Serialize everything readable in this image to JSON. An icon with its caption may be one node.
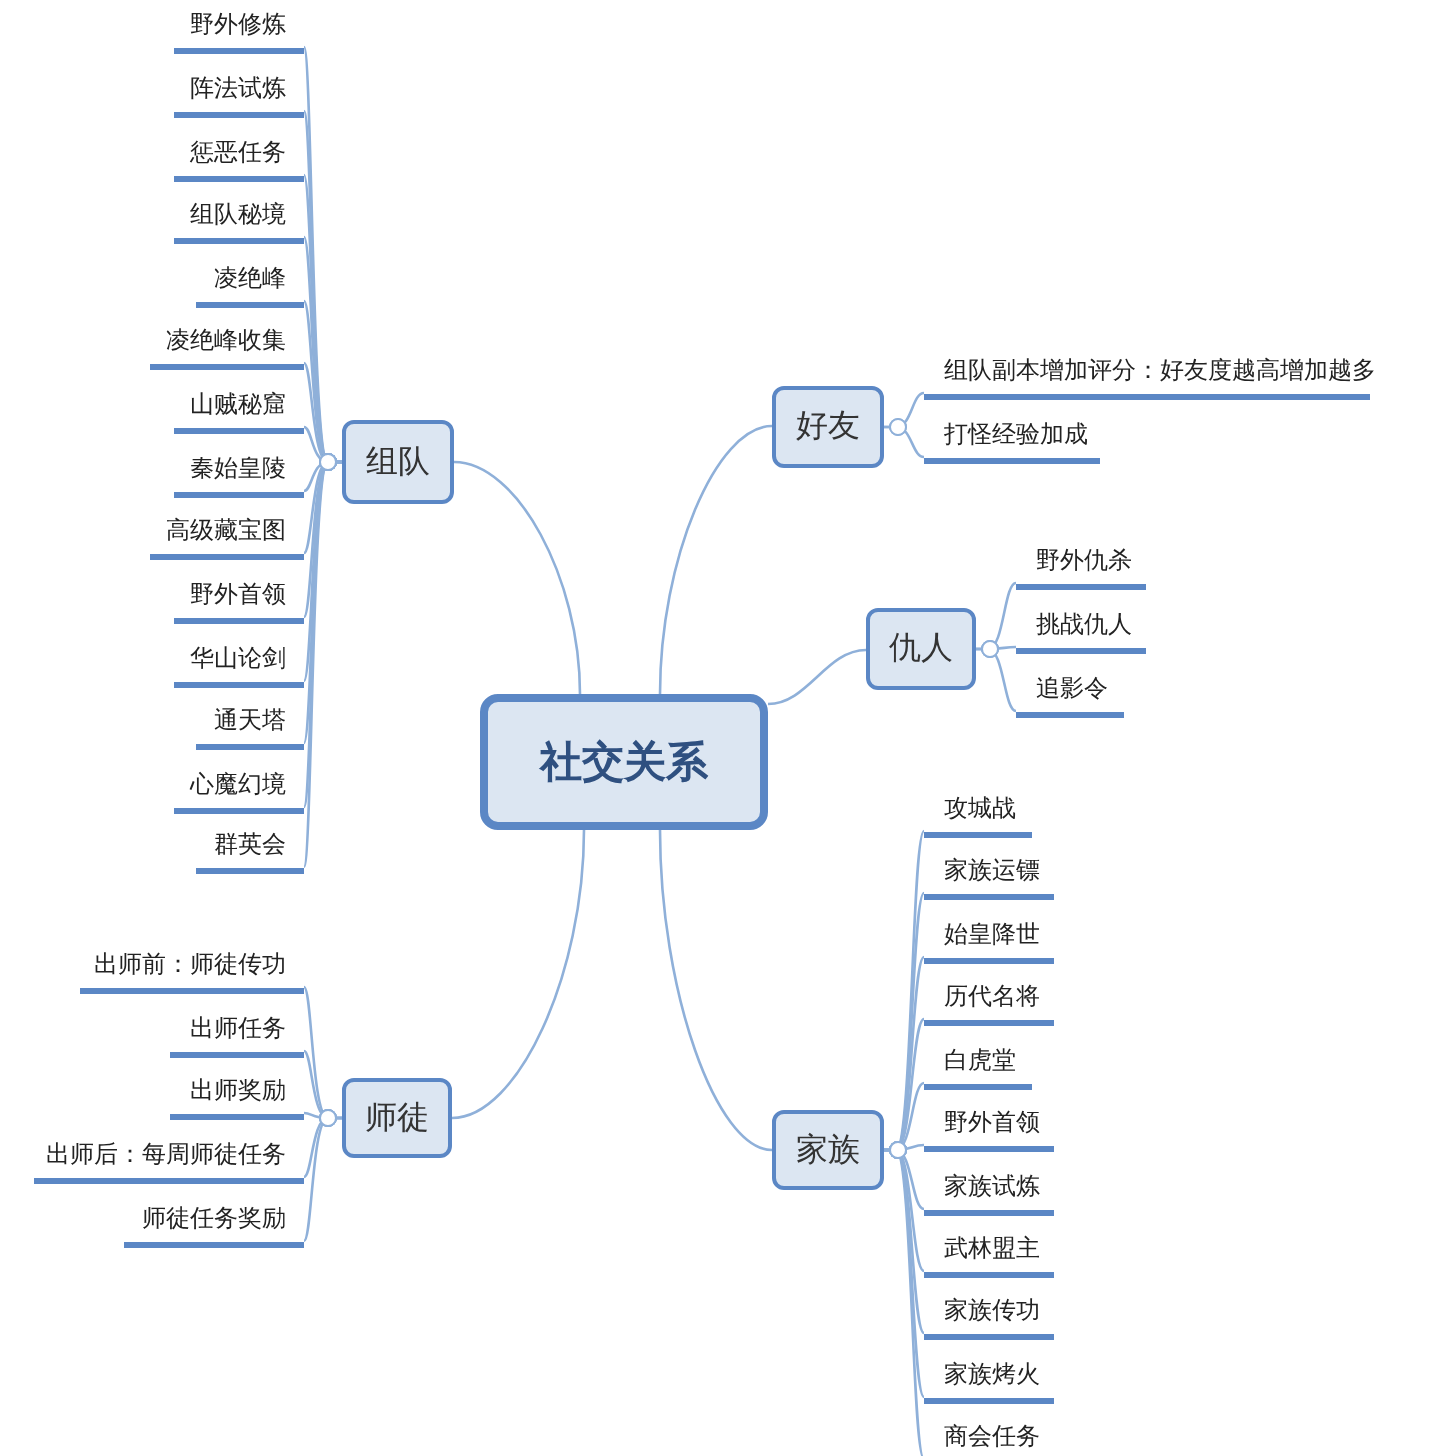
{
  "diagram": {
    "nodes": [
      {
        "text": [
          "社交关系"
        ]
      },
      {
        "text": [
          "组队"
        ]
      },
      {
        "text": [
          "野外修炼"
        ]
      },
      {
        "text": [
          "阵法试炼"
        ]
      },
      {
        "text": [
          "惩恶任务"
        ]
      },
      {
        "text": [
          "组队秘境"
        ]
      },
      {
        "text": [
          "凌绝峰"
        ]
      },
      {
        "text": [
          "凌绝峰收集"
        ]
      },
      {
        "text": [
          "山贼秘窟"
        ]
      },
      {
        "text": [
          "秦始皇陵"
        ]
      },
      {
        "text": [
          "高级藏宝图"
        ]
      },
      {
        "text": [
          "野外首领"
        ]
      },
      {
        "text": [
          "华山论剑"
        ]
      },
      {
        "text": [
          "通天塔"
        ]
      },
      {
        "text": [
          "心魔幻境"
        ]
      },
      {
        "text": [
          "群英会"
        ]
      },
      {
        "text": [
          "好友"
        ]
      },
      {
        "text": [
          "组队副本增加评分：好友度越高增加越多"
        ]
      },
      {
        "text": [
          "打怪经验加成"
        ]
      },
      {
        "text": [
          "仇人"
        ]
      },
      {
        "text": [
          "野外仇杀"
        ]
      },
      {
        "text": [
          "挑战仇人"
        ]
      },
      {
        "text": [
          "追影令"
        ]
      },
      {
        "text": [
          "师徒"
        ]
      },
      {
        "text": [
          "出师前：师徒传功"
        ]
      },
      {
        "text": [
          "出师任务"
        ]
      },
      {
        "text": [
          "出师奖励"
        ]
      },
      {
        "text": [
          "出师后：每周师徒任务"
        ]
      },
      {
        "text": [
          "师徒任务奖励"
        ]
      },
      {
        "text": [
          "家族"
        ]
      },
      {
        "text": [
          "攻城战"
        ]
      },
      {
        "text": [
          "家族运镖"
        ]
      },
      {
        "text": [
          "始皇降世"
        ]
      },
      {
        "text": [
          "历代名将"
        ]
      },
      {
        "text": [
          "白虎堂"
        ]
      },
      {
        "text": [
          "野外首领"
        ]
      },
      {
        "text": [
          "家族试炼"
        ]
      },
      {
        "text": [
          "武林盟主"
        ]
      },
      {
        "text": [
          "家族传功"
        ]
      },
      {
        "text": [
          "家族烤火"
        ]
      },
      {
        "text": [
          "商会任务"
        ]
      }
    ],
    "edges": [
      {
        "from": 0,
        "to": 1,
        "arrow": "none"
      },
      {
        "from": 0,
        "to": 16,
        "arrow": "none"
      },
      {
        "from": 0,
        "to": 19,
        "arrow": "none"
      },
      {
        "from": 0,
        "to": 23,
        "arrow": "none"
      },
      {
        "from": 0,
        "to": 29,
        "arrow": "none"
      },
      {
        "from": 1,
        "to": 2,
        "arrow": "other"
      },
      {
        "from": 1,
        "to": 3,
        "arrow": "other"
      },
      {
        "from": 1,
        "to": 4,
        "arrow": "other"
      },
      {
        "from": 1,
        "to": 5,
        "arrow": "other"
      },
      {
        "from": 1,
        "to": 6,
        "arrow": "other"
      },
      {
        "from": 1,
        "to": 7,
        "arrow": "other"
      },
      {
        "from": 1,
        "to": 8,
        "arrow": "other"
      },
      {
        "from": 1,
        "to": 9,
        "arrow": "other"
      },
      {
        "from": 1,
        "to": 10,
        "arrow": "other"
      },
      {
        "from": 1,
        "to": 11,
        "arrow": "other"
      },
      {
        "from": 1,
        "to": 12,
        "arrow": "other"
      },
      {
        "from": 1,
        "to": 13,
        "arrow": "other"
      },
      {
        "from": 1,
        "to": 14,
        "arrow": "other"
      },
      {
        "from": 1,
        "to": 15,
        "arrow": "other"
      },
      {
        "from": 16,
        "to": 17,
        "arrow": "other"
      },
      {
        "from": 16,
        "to": 18,
        "arrow": "other"
      },
      {
        "from": 19,
        "to": 20,
        "arrow": "other"
      },
      {
        "from": 19,
        "to": 21,
        "arrow": "other"
      },
      {
        "from": 19,
        "to": 22,
        "arrow": "other"
      },
      {
        "from": 23,
        "to": 24,
        "arrow": "other"
      },
      {
        "from": 23,
        "to": 25,
        "arrow": "other"
      },
      {
        "from": 23,
        "to": 26,
        "arrow": "other"
      },
      {
        "from": 23,
        "to": 27,
        "arrow": "other"
      },
      {
        "from": 23,
        "to": 28,
        "arrow": "other"
      },
      {
        "from": 29,
        "to": 30,
        "arrow": "other"
      },
      {
        "from": 29,
        "to": 31,
        "arrow": "other"
      },
      {
        "from": 29,
        "to": 32,
        "arrow": "other"
      },
      {
        "from": 29,
        "to": 33,
        "arrow": "other"
      },
      {
        "from": 29,
        "to": 34,
        "arrow": "other"
      },
      {
        "from": 29,
        "to": 35,
        "arrow": "other"
      },
      {
        "from": 29,
        "to": 36,
        "arrow": "other"
      },
      {
        "from": 29,
        "to": 37,
        "arrow": "other"
      },
      {
        "from": 29,
        "to": 38,
        "arrow": "other"
      },
      {
        "from": 29,
        "to": 39,
        "arrow": "other"
      },
      {
        "from": 29,
        "to": 40,
        "arrow": "other"
      }
    ]
  }
}
